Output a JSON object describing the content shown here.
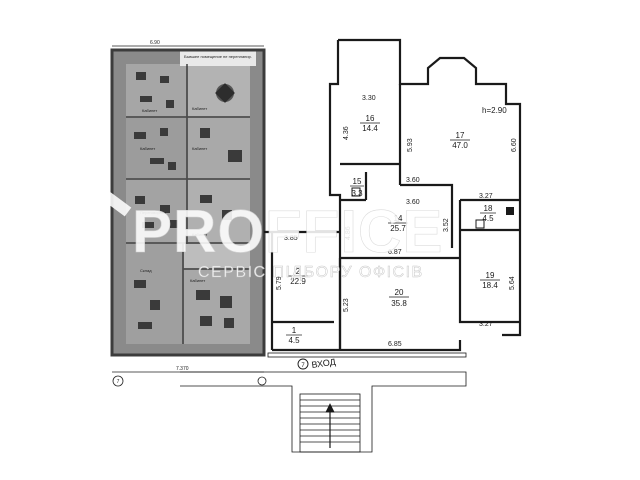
{
  "left_plan": {
    "top_dimension": "6.90",
    "bottom_dimension": "7.370",
    "axis_marker": "7",
    "top_room_label": "Бывшее помещение\nне перепланир.",
    "room_notes": [
      "Кабинет",
      "Кабинет",
      "Кабинет",
      "Кабинет",
      "Переговорная",
      "Кабинет",
      "Склад",
      "Кабинет"
    ]
  },
  "right_plan": {
    "height_note": "h=2.90",
    "axis_marker": "7",
    "entrance_label": "ВХОД",
    "rooms": [
      {
        "num": "16",
        "area": "14.4"
      },
      {
        "num": "17",
        "area": "47.0"
      },
      {
        "num": "15",
        "area": "3.3"
      },
      {
        "num": "14",
        "area": "25.7"
      },
      {
        "num": "18",
        "area": "4.5"
      },
      {
        "num": "2",
        "area": "22.9"
      },
      {
        "num": "20",
        "area": "35.8"
      },
      {
        "num": "19",
        "area": "18.4"
      },
      {
        "num": "1",
        "area": "4.5"
      }
    ],
    "dimensions": [
      "3.30",
      "4.36",
      "5.93",
      "6.60",
      "3.60",
      "3.60",
      "3.27",
      "3.52",
      "3.85",
      "4.86",
      "6.87",
      "5.79",
      "5.23",
      "6.85",
      "3.27",
      "5.64"
    ]
  },
  "watermark": {
    "brand": "PROFFICE",
    "tagline": "СЕРВІС ПІДБОРУ ОФІСІВ"
  }
}
